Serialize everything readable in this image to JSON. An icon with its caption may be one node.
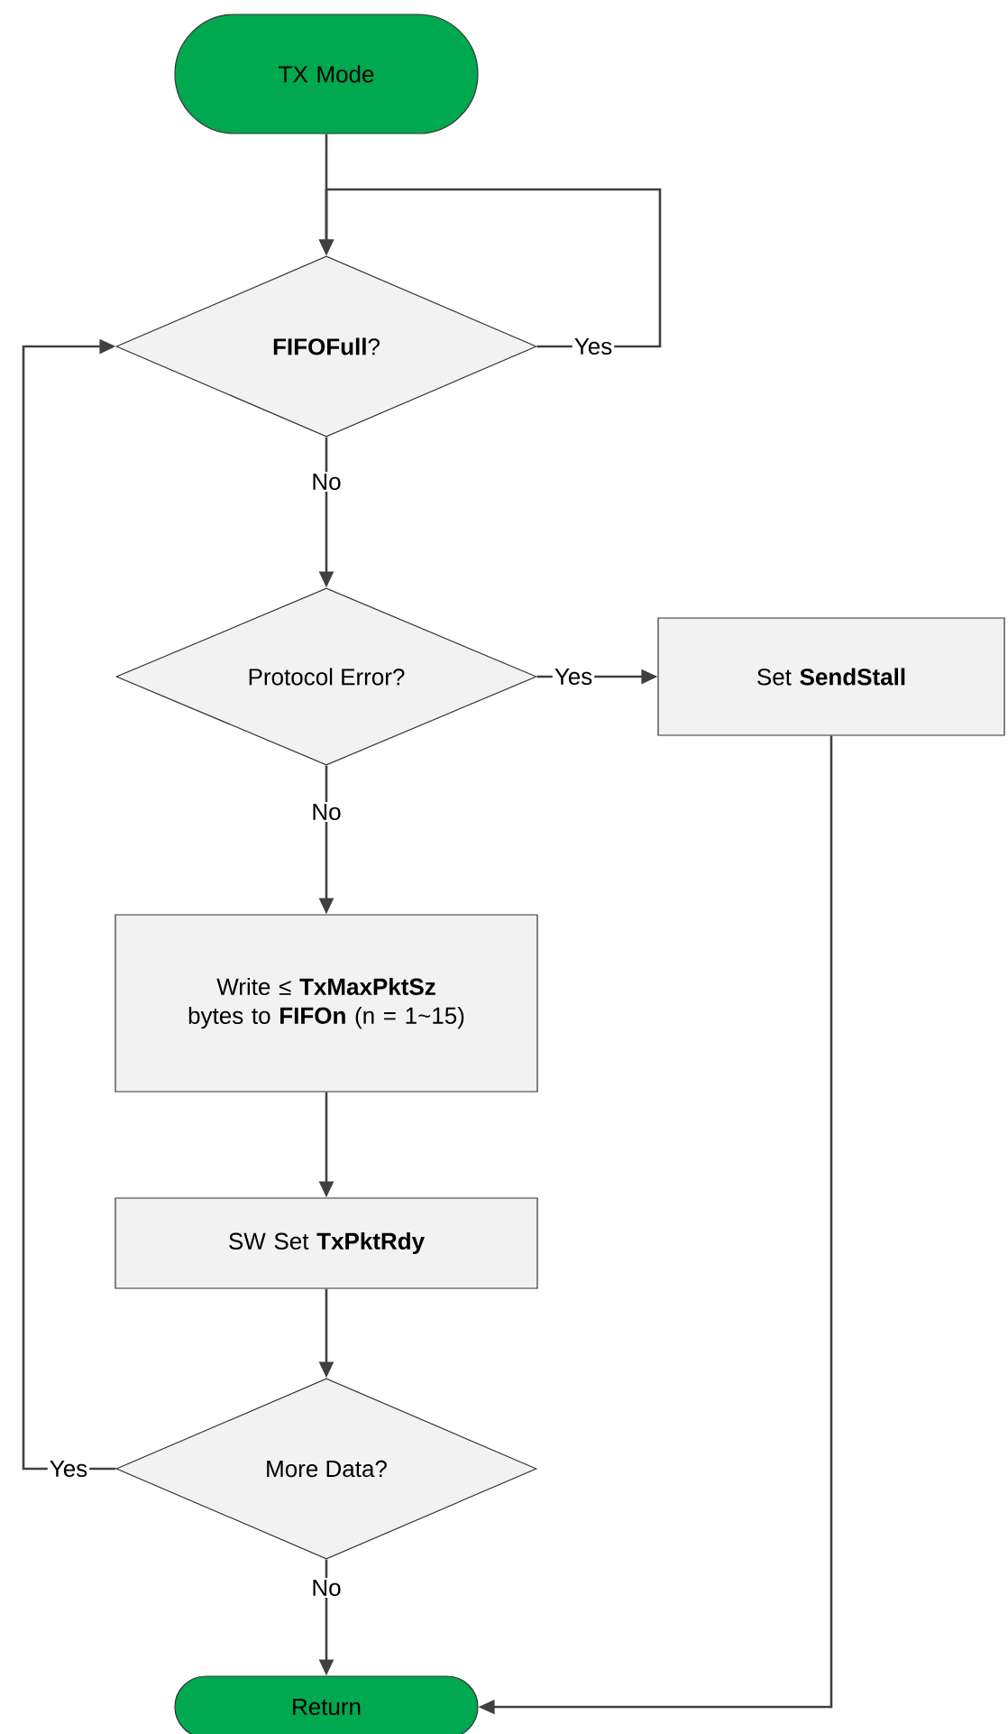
{
  "diagram": {
    "nodes": [
      {
        "text": [
          "TX Mode"
        ]
      },
      {
        "text": [
          "**FIFOFull**?"
        ]
      },
      {
        "text": [
          "Protocol Error?"
        ]
      },
      {
        "text": [
          "Set **SendStall**"
        ]
      },
      {
        "text": [
          "Write ≤ **TxMaxPktSz** bytes to **FIFOn** (n = 1~15)"
        ]
      },
      {
        "text": [
          "SW Set **TxPktRdy**"
        ]
      },
      {
        "text": [
          "More Data?"
        ]
      },
      {
        "text": [
          "Return"
        ]
      }
    ],
    "edges": [
      {
        "from": 0,
        "to": 1,
        "arrow": "to"
      },
      {
        "from": 1,
        "to": 1,
        "arrow": "to",
        "label": "Yes"
      },
      {
        "from": 1,
        "to": 2,
        "arrow": "to",
        "label": "No"
      },
      {
        "from": 2,
        "to": 3,
        "arrow": "to",
        "label": "Yes"
      },
      {
        "from": 2,
        "to": 4,
        "arrow": "to",
        "label": "No"
      },
      {
        "from": 3,
        "to": 7,
        "arrow": "to"
      },
      {
        "from": 4,
        "to": 5,
        "arrow": "to"
      },
      {
        "from": 5,
        "to": 6,
        "arrow": "to"
      },
      {
        "from": 6,
        "to": 1,
        "arrow": "to",
        "label": "Yes"
      },
      {
        "from": 6,
        "to": 7,
        "arrow": "to",
        "label": "No"
      }
    ]
  }
}
